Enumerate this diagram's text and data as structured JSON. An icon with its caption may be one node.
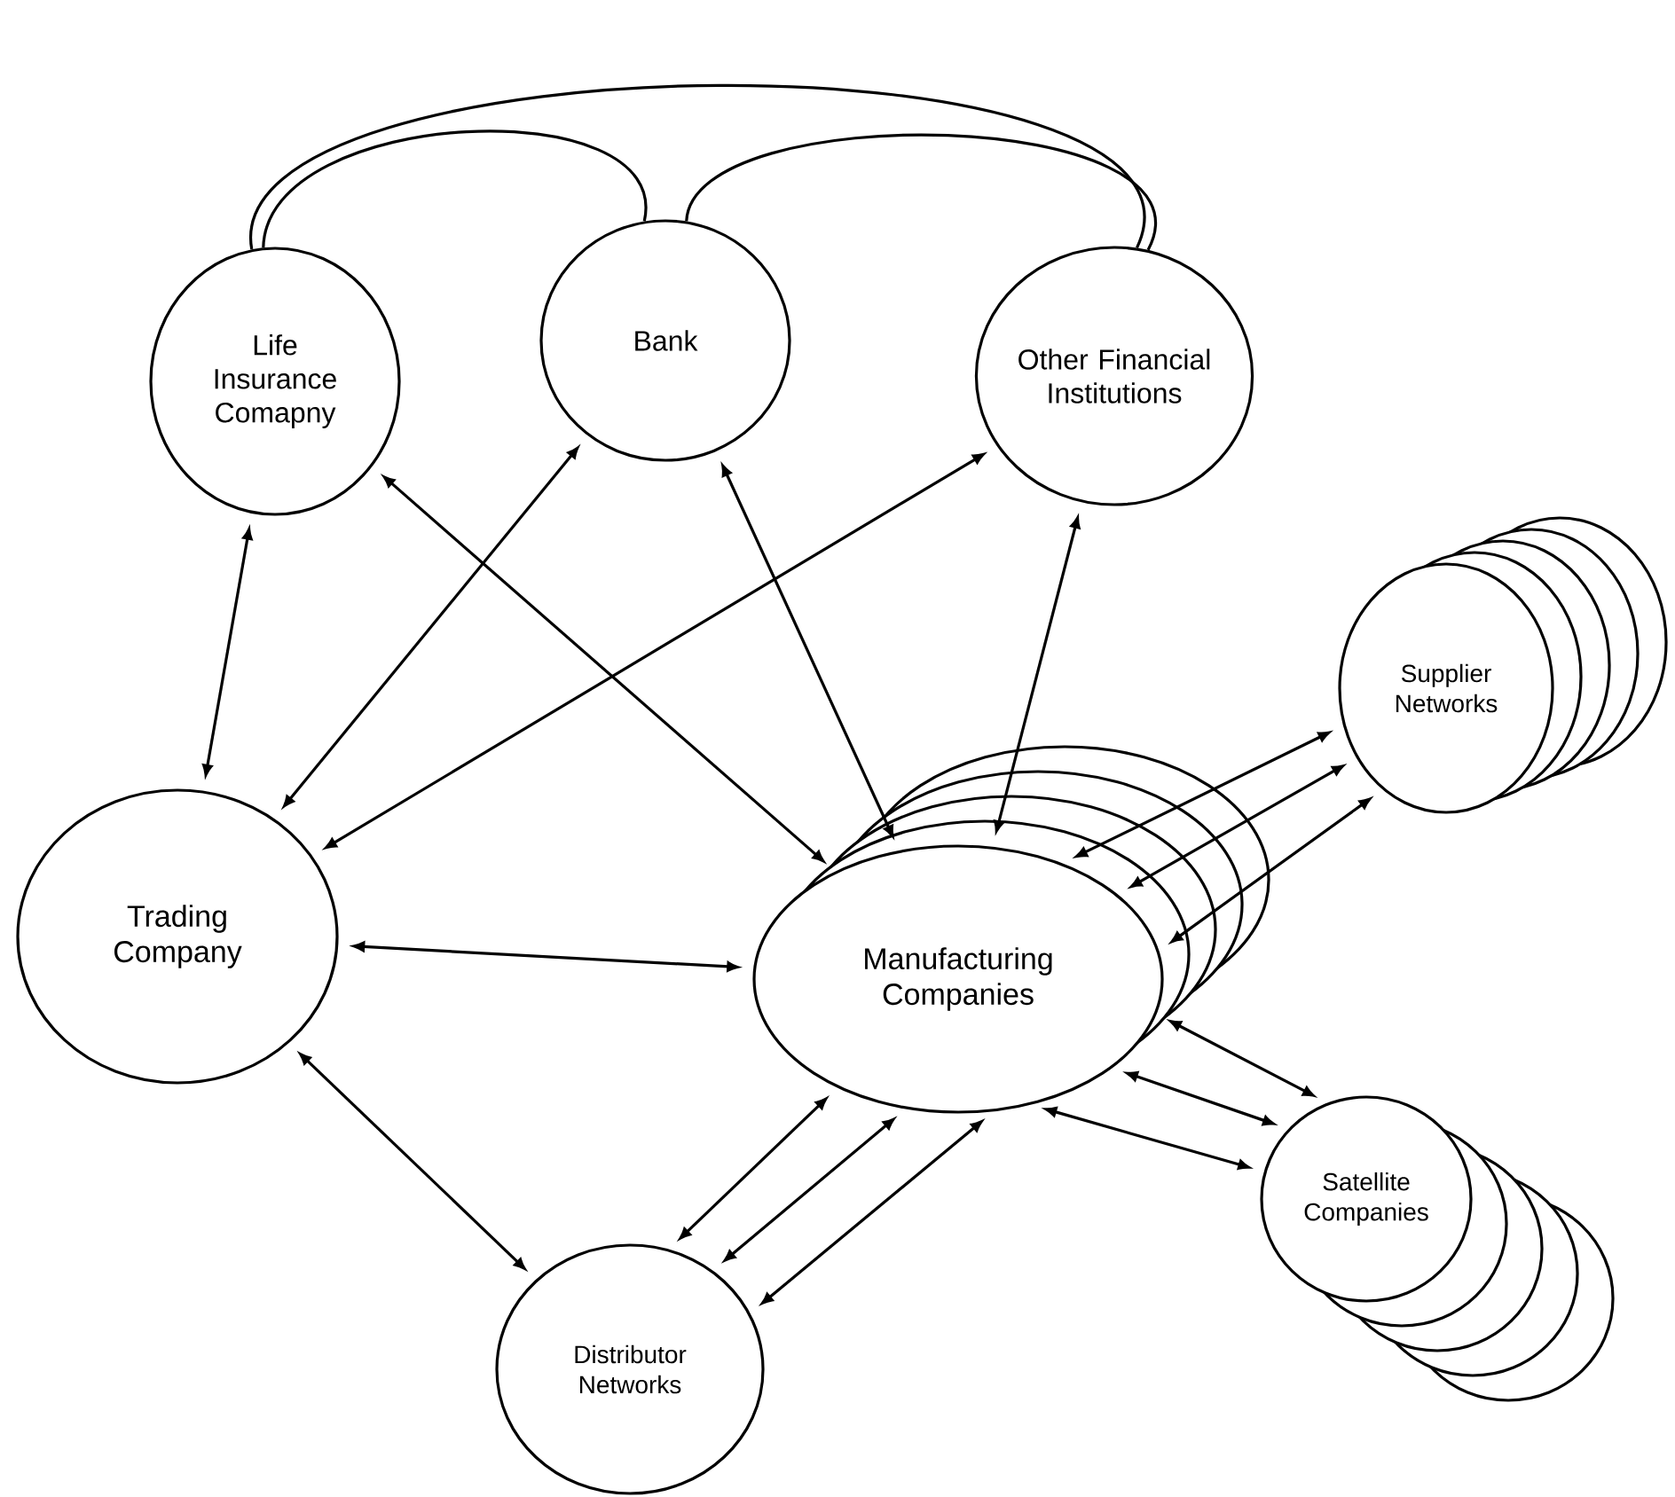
{
  "diagram": {
    "nodes": [
      {
        "text": [
          "Life Insurance Comapny"
        ]
      },
      {
        "text": [
          "Bank"
        ]
      },
      {
        "text": [
          "Other Financial Institutions"
        ]
      },
      {
        "text": [
          "Trading Company"
        ]
      },
      {
        "text": [
          "Manufacturing Companies"
        ]
      },
      {
        "text": [
          "Supplier Networks"
        ]
      },
      {
        "text": [
          "Satellite Companies"
        ]
      },
      {
        "text": [
          "Distributor Networks"
        ]
      }
    ],
    "edges": [
      {
        "from": 0,
        "to": 2,
        "arrow": "none"
      },
      {
        "from": 0,
        "to": 1,
        "arrow": "none"
      },
      {
        "from": 1,
        "to": 2,
        "arrow": "none"
      },
      {
        "from": 0,
        "to": 3,
        "arrow": "both"
      },
      {
        "from": 0,
        "to": 4,
        "arrow": "both"
      },
      {
        "from": 1,
        "to": 3,
        "arrow": "both"
      },
      {
        "from": 1,
        "to": 4,
        "arrow": "both"
      },
      {
        "from": 2,
        "to": 3,
        "arrow": "both"
      },
      {
        "from": 2,
        "to": 4,
        "arrow": "both"
      },
      {
        "from": 3,
        "to": 4,
        "arrow": "both"
      },
      {
        "from": 3,
        "to": 7,
        "arrow": "both"
      },
      {
        "from": 4,
        "to": 7,
        "arrow": "both"
      },
      {
        "from": 4,
        "to": 7,
        "arrow": "both"
      },
      {
        "from": 4,
        "to": 7,
        "arrow": "both"
      },
      {
        "from": 4,
        "to": 5,
        "arrow": "both"
      },
      {
        "from": 4,
        "to": 5,
        "arrow": "both"
      },
      {
        "from": 4,
        "to": 5,
        "arrow": "both"
      },
      {
        "from": 4,
        "to": 6,
        "arrow": "both"
      },
      {
        "from": 4,
        "to": 6,
        "arrow": "both"
      },
      {
        "from": 4,
        "to": 6,
        "arrow": "both"
      }
    ]
  }
}
